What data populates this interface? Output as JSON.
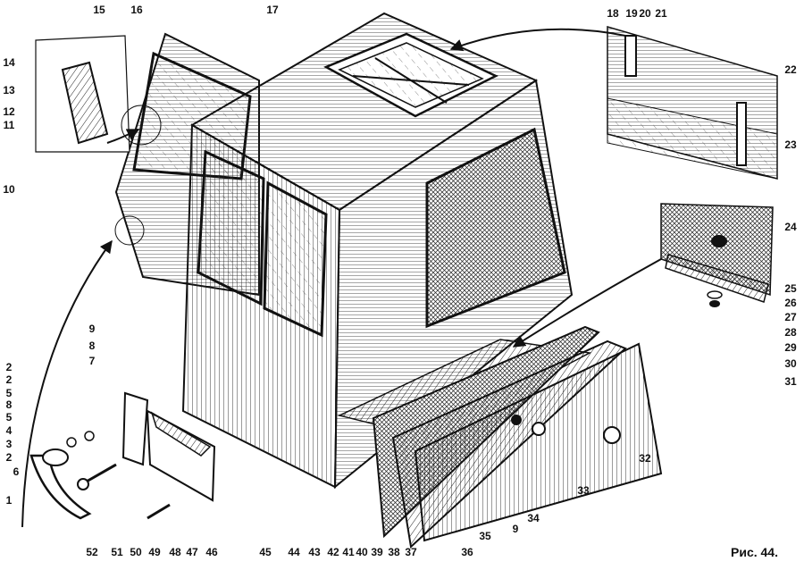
{
  "figure": {
    "caption": "Рис. 44."
  },
  "labels": [
    "1",
    "2",
    "3",
    "4",
    "5",
    "6",
    "7",
    "8",
    "9",
    "10",
    "11",
    "12",
    "13",
    "14",
    "15",
    "16",
    "17",
    "18",
    "19",
    "20",
    "21",
    "22",
    "23",
    "24",
    "25",
    "26",
    "27",
    "28",
    "29",
    "30",
    "31",
    "32",
    "33",
    "34",
    "35",
    "36",
    "37",
    "38",
    "39",
    "40",
    "41",
    "42",
    "43",
    "44",
    "45",
    "46",
    "47",
    "48",
    "49",
    "50",
    "51",
    "52",
    "5",
    "8",
    "2",
    "9",
    "2"
  ]
}
